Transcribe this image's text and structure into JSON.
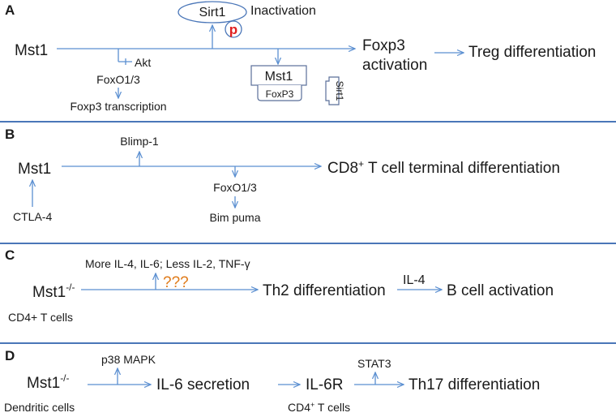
{
  "panels": {
    "A": {
      "letter": "A",
      "sirt1": "Sirt1",
      "inactivation": "Inactivation",
      "p": "p",
      "mst1": "Mst1",
      "akt": "Akt",
      "foxo13": "FoxO1/3",
      "foxp3_transcription": "Foxp3 transcription",
      "complex_mst1": "Mst1",
      "complex_foxp3": "FoxP3",
      "sirt1_small": "Sirt1",
      "foxp3": "Foxp3",
      "activation": "activation",
      "treg": "Treg differentiation"
    },
    "B": {
      "letter": "B",
      "blimp1": "Blimp-1",
      "mst1": "Mst1",
      "ctla4": "CTLA-4",
      "foxo13": "FoxO1/3",
      "bim_puma": "Bim puma",
      "cd8_prefix": "CD8",
      "cd8_sup": "+",
      "cd8_rest": " T cell terminal differentiation"
    },
    "C": {
      "letter": "C",
      "more_il": "More IL-4, IL-6; Less IL-2, TNF-γ",
      "qmarks": "???",
      "mst1": "Mst1",
      "mst1_sup": "-/-",
      "cd4": "CD4+ T cells",
      "th2": "Th2 differentiation",
      "il4": "IL-4",
      "bcell": "B cell activation"
    },
    "D": {
      "letter": "D",
      "p38": "p38 MAPK",
      "mst1": "Mst1",
      "mst1_sup": "-/-",
      "dc": "Dendritic cells",
      "il6_secretion": "IL-6 secretion",
      "il6r": "IL-6R",
      "cd4_prefix": "CD4",
      "cd4_sup": "+",
      "cd4_rest": " T cells",
      "stat3": "STAT3",
      "th17": "Th17 differentiation"
    }
  },
  "colors": {
    "arrow": "#5b8fd1",
    "divider": "#4a76b8",
    "phospho": "#e02020",
    "question": "#e07b1a"
  }
}
